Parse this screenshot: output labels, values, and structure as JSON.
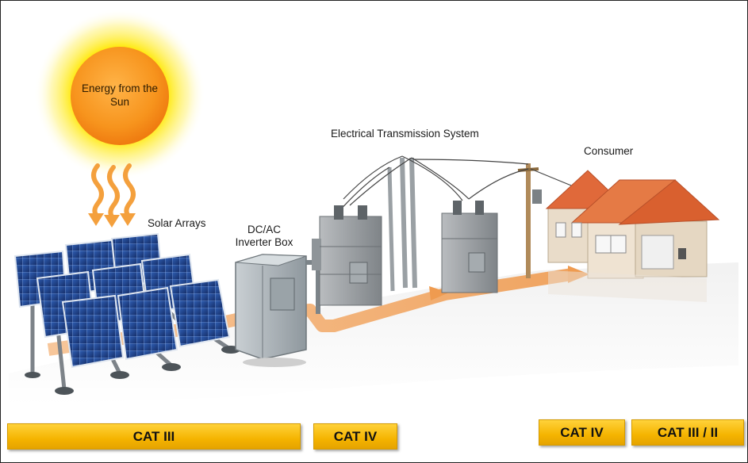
{
  "labels": {
    "sun": "Energy from the Sun",
    "solar_arrays": "Solar Arrays",
    "inverter": "DC/AC Inverter Box",
    "transmission": "Electrical Transmission System",
    "consumer": "Consumer"
  },
  "category_bars": [
    {
      "label": "CAT III"
    },
    {
      "label": "CAT IV"
    },
    {
      "label": "CAT IV"
    },
    {
      "label": "CAT III / II"
    }
  ],
  "colors": {
    "sun_core": "#f7941d",
    "sun_glow": "#ffe600",
    "flow_arrow": "#f2a25a",
    "panel": "#1f3f86",
    "category_bar": "#f5b400",
    "roof": "#e0693a"
  }
}
